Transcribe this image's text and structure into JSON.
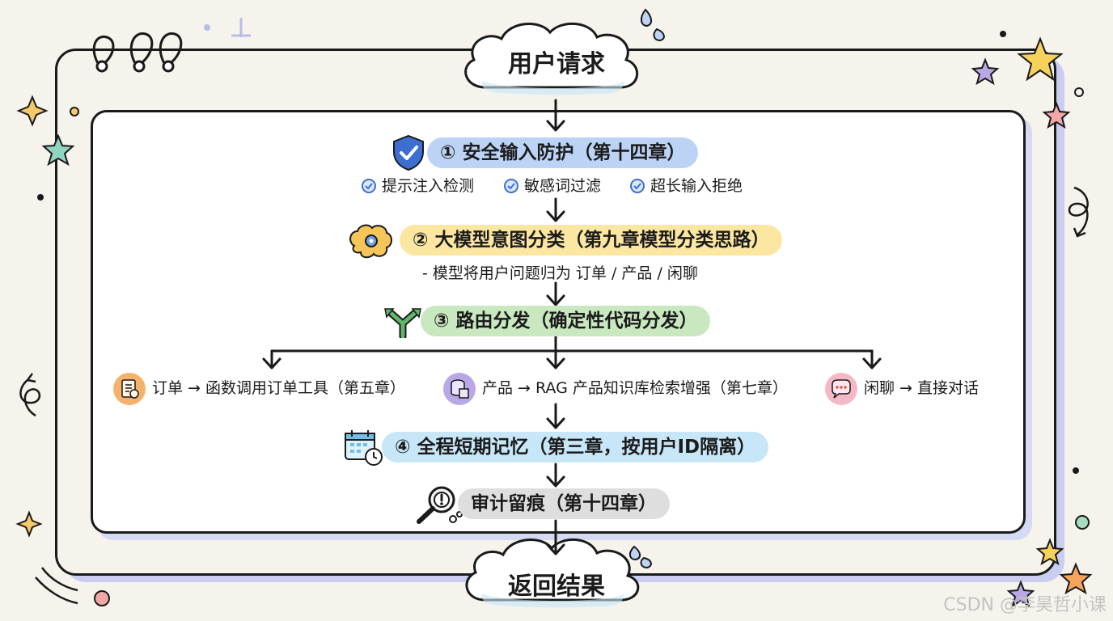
{
  "top_node": {
    "label": "用户请求",
    "icon": "cloud"
  },
  "bottom_node": {
    "label": "返回结果",
    "icon": "cloud"
  },
  "step1": {
    "label": "① 安全输入防护（第十四章）",
    "icon": "shield-check",
    "color": "#bcd3f5",
    "checks": [
      "提示注入检测",
      "敏感词过滤",
      "超长输入拒绝"
    ]
  },
  "step2": {
    "label": "② 大模型意图分类（第九章模型分类思路）",
    "icon": "brain-gear",
    "color": "#fbe6a2",
    "note": "- 模型将用户问题归为 订单 / 产品 / 闲聊"
  },
  "step3": {
    "label": "③ 路由分发（确定性代码分发）",
    "icon": "split-arrow",
    "color": "#c9e8c0"
  },
  "branches": [
    {
      "label": "订单 → 函数调用订单工具（第五章）",
      "icon": "order-doc",
      "color": "#f6b26b"
    },
    {
      "label": "产品 → RAG 产品知识库检索增强（第七章）",
      "icon": "database-box",
      "color": "#b9a7e6"
    },
    {
      "label": "闲聊 → 直接对话",
      "icon": "chat-bubble",
      "color": "#f4b8c7"
    }
  ],
  "step4": {
    "label": "④ 全程短期记忆（第三章，按用户ID隔离）",
    "icon": "calendar-clock",
    "color": "#c7e6f7"
  },
  "step5": {
    "label": "审计留痕（第十四章）",
    "icon": "magnifier-alert",
    "color": "#dedede"
  },
  "watermark": "CSDN @李昊哲小课"
}
